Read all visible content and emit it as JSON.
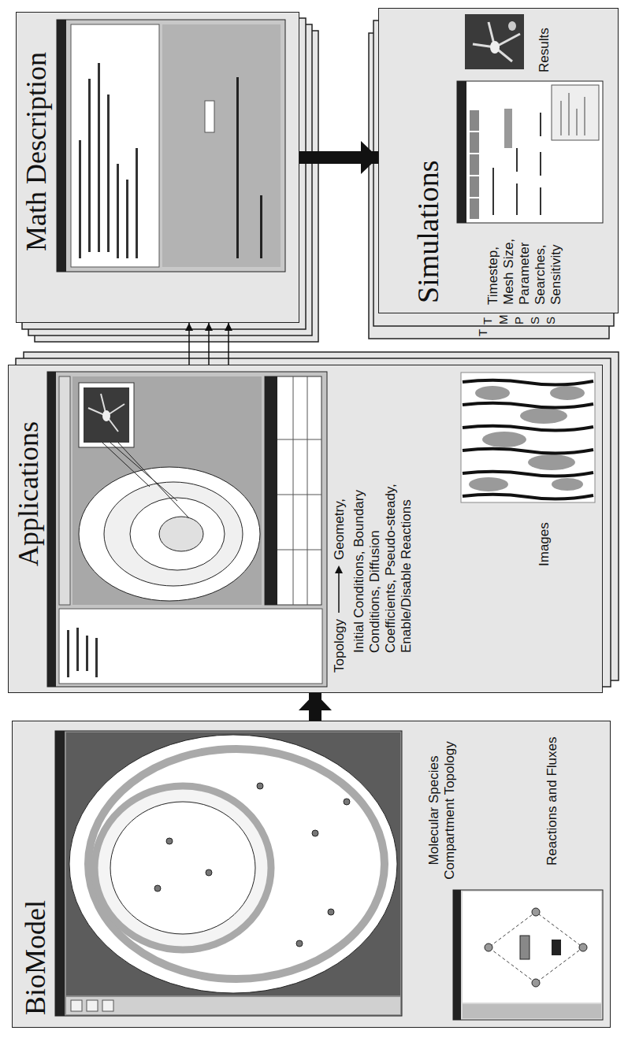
{
  "diagram": {
    "nodes": [
      {
        "text": [
          "BioModel",
          "Molecular Species Compartment Topology",
          "Reactions and Fluxes"
        ]
      },
      {
        "text": [
          "Applications",
          "Topology",
          "Geometry,",
          "Initial Conditions, Boundary Conditions, Diffusion Coefficients, Pseudo-steady, Enable/Disable Reactions",
          "Images"
        ]
      },
      {
        "text": [
          "Math Description"
        ]
      },
      {
        "text": [
          "Simulations",
          "Timestep, Mesh Size, Parameter Searches, Sensitivity",
          "Results"
        ]
      }
    ],
    "edges": [
      {
        "from": 0,
        "to": 1,
        "arrow": "to"
      },
      {
        "from": 1,
        "to": 2,
        "arrow": "to"
      },
      {
        "from": 1,
        "to": 2,
        "arrow": "to"
      },
      {
        "from": 1,
        "to": 2,
        "arrow": "to"
      },
      {
        "from": 2,
        "to": 3,
        "arrow": "to"
      }
    ],
    "labels": [
      "T",
      "M",
      "P",
      "S",
      "S",
      "T"
    ]
  }
}
